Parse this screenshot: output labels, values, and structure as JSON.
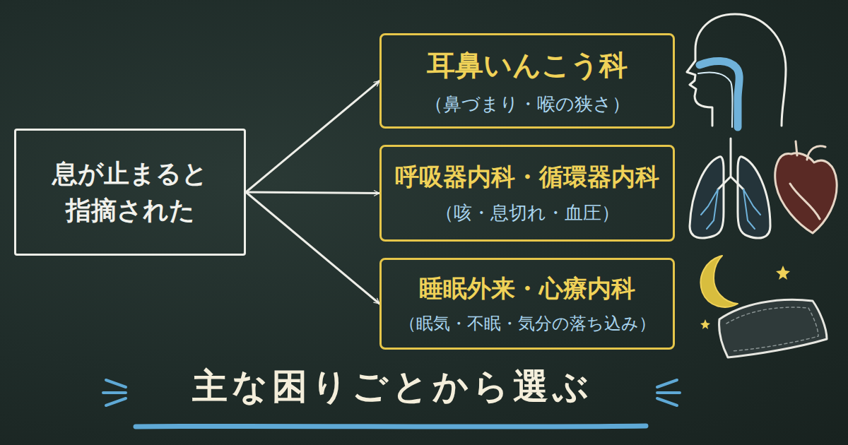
{
  "diagram": {
    "title": "主な困りごとから選ぶ",
    "nodes": [
      {
        "text": [
          "息が止まると 指摘された"
        ]
      },
      {
        "text": [
          "耳鼻いんこう科",
          "（鼻づまり・喉の狭さ）"
        ]
      },
      {
        "text": [
          "呼吸器内科・循環器内科",
          "（咳・息切れ・血圧）"
        ]
      },
      {
        "text": [
          "睡眠外来・心療内科",
          "（眠気・不眠・気分の落ち込み）"
        ]
      }
    ],
    "edges": [
      {
        "from": 0,
        "to": 1,
        "arrow": "to"
      },
      {
        "from": 0,
        "to": 2,
        "arrow": "to"
      },
      {
        "from": 0,
        "to": 3,
        "arrow": "to"
      }
    ]
  }
}
